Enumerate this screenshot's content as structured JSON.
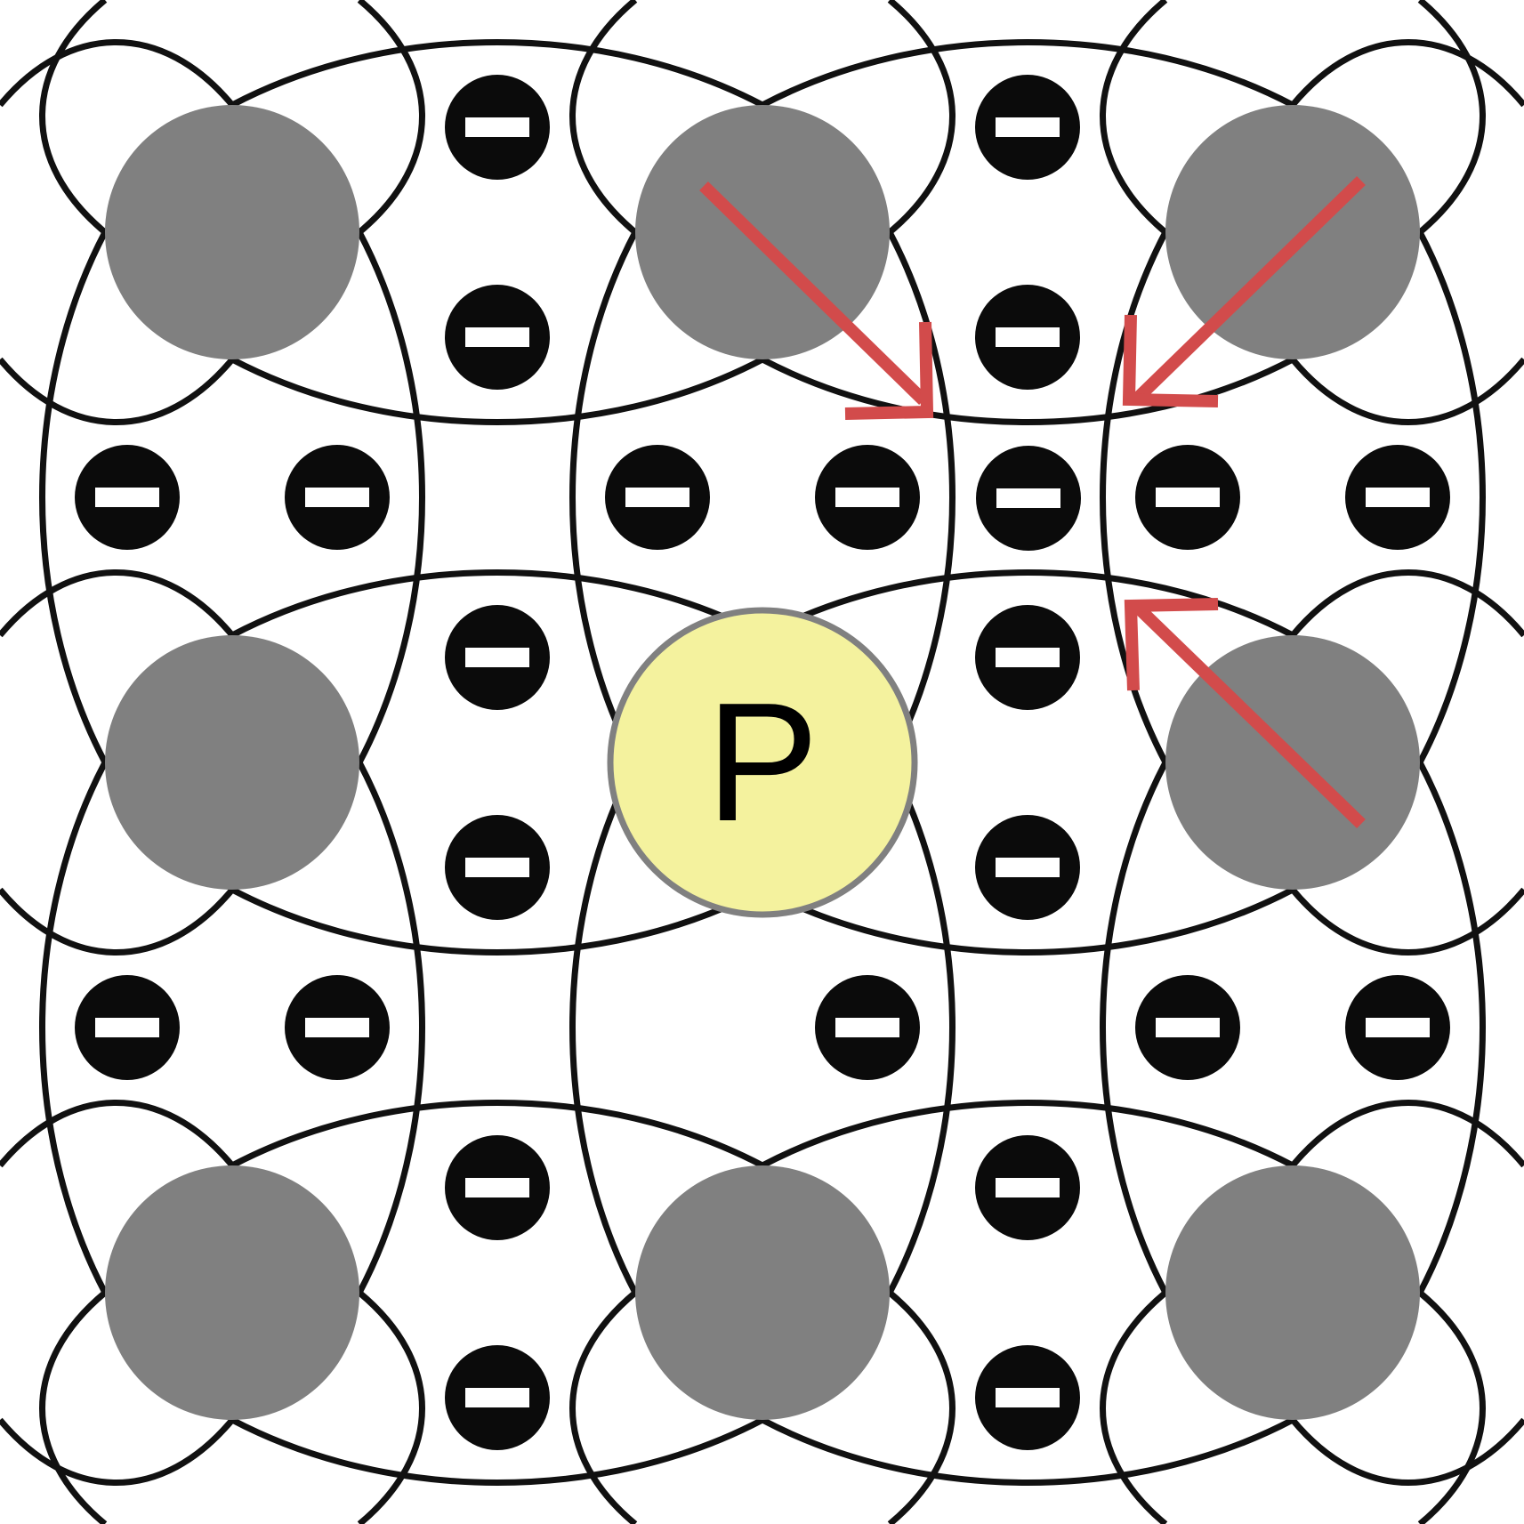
{
  "diagram": {
    "kind": "silicon crystal lattice with phosphorus donor",
    "lattice": {
      "columns": 3,
      "rows": 3
    },
    "dopant": {
      "label": "P",
      "column": 1,
      "row": 1
    },
    "missing_bonds": [
      {
        "between": [
          [
            1,
            1
          ],
          [
            1,
            2
          ]
        ],
        "orientation": "vertical",
        "side": "left"
      }
    ],
    "colors": {
      "host_atom": "#808080",
      "dopant_fill": "#f4f29e",
      "dopant_outline": "#808080",
      "electron": "#0b0b0b",
      "electron_sign": "#ffffff",
      "bond": "#111111",
      "arrow": "#d24b4b"
    },
    "arrows": [
      {
        "name": "arrow-from-top-center",
        "from_atom": [
          1,
          0
        ],
        "direction": "down-right"
      },
      {
        "name": "arrow-from-top-right",
        "from_atom": [
          2,
          0
        ],
        "direction": "down-left"
      },
      {
        "name": "arrow-from-middle-right",
        "from_atom": [
          2,
          1
        ],
        "direction": "up-left"
      }
    ],
    "free_electron_count": 1
  }
}
